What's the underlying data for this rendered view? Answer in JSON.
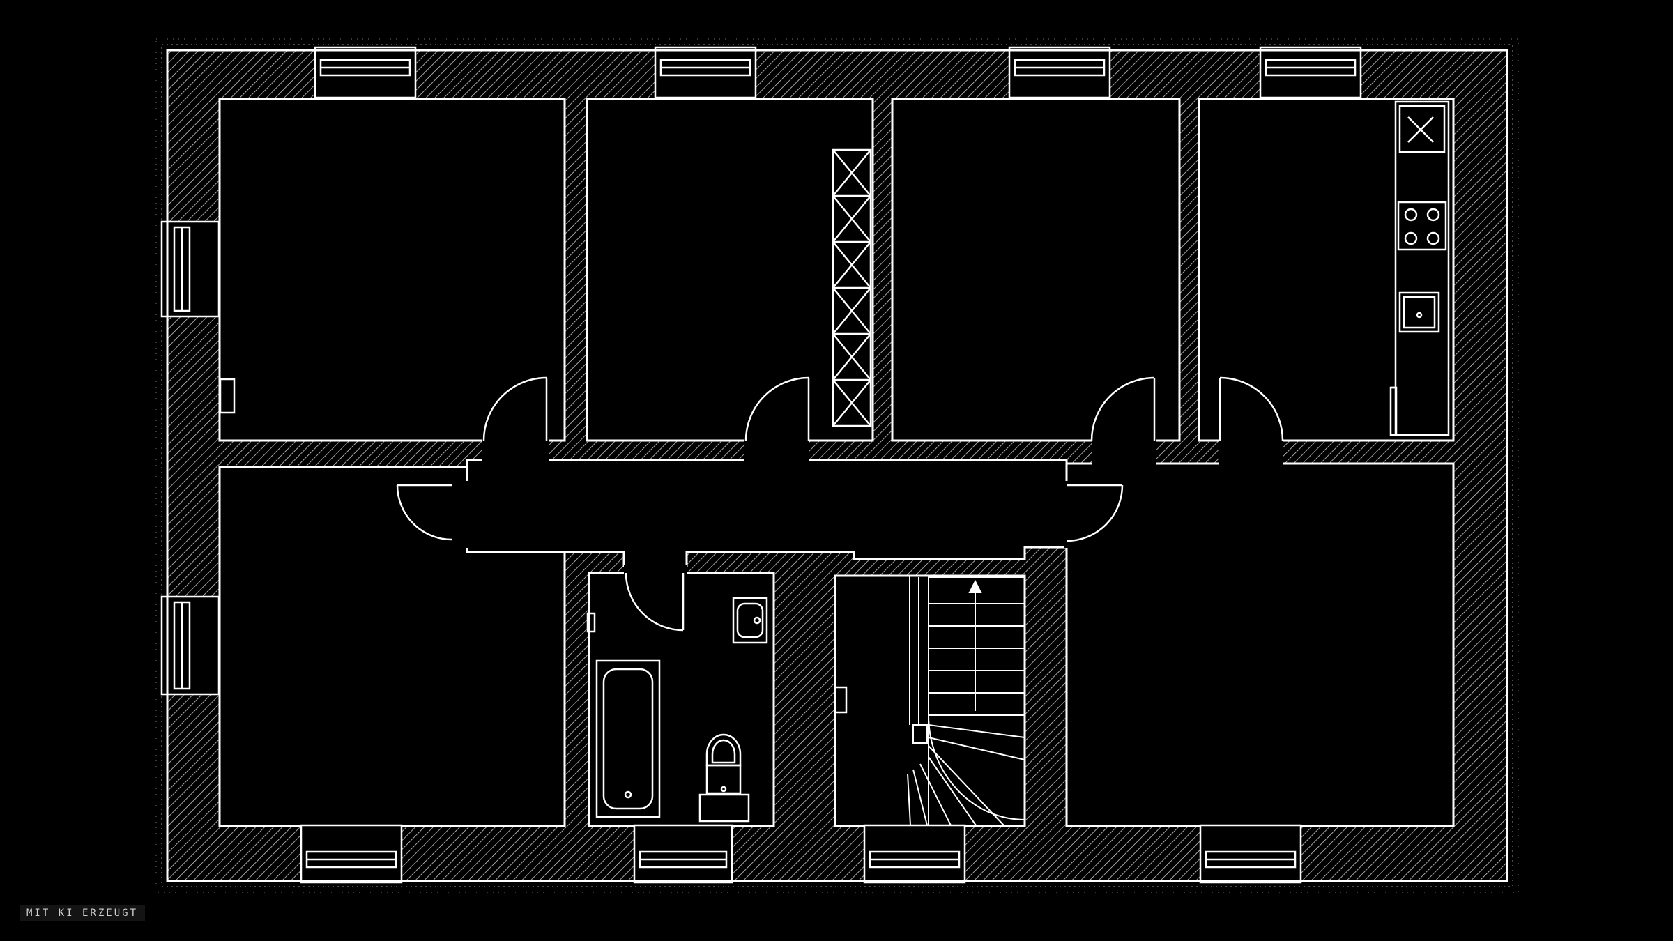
{
  "diagram": {
    "type": "architectural-floor-plan",
    "background_color": "#000000",
    "line_color": "#ffffff",
    "rooms": [
      {
        "id": "room-top-1",
        "label": ""
      },
      {
        "id": "room-top-2",
        "label": ""
      },
      {
        "id": "room-top-3",
        "label": ""
      },
      {
        "id": "kitchen",
        "label": ""
      },
      {
        "id": "room-bottom-left",
        "label": ""
      },
      {
        "id": "bathroom",
        "label": ""
      },
      {
        "id": "stair-hall",
        "label": ""
      },
      {
        "id": "room-bottom-right",
        "label": ""
      },
      {
        "id": "corridor",
        "label": ""
      }
    ],
    "fixtures": [
      "wardrobe",
      "fridge",
      "cooktop",
      "kitchen-sink",
      "bathtub",
      "washbasin",
      "toilet",
      "staircase"
    ],
    "icons": [
      "window-icon",
      "door-swing-icon",
      "stair-arrow-icon"
    ]
  },
  "watermark": {
    "text": "MIT KI ERZEUGT"
  }
}
